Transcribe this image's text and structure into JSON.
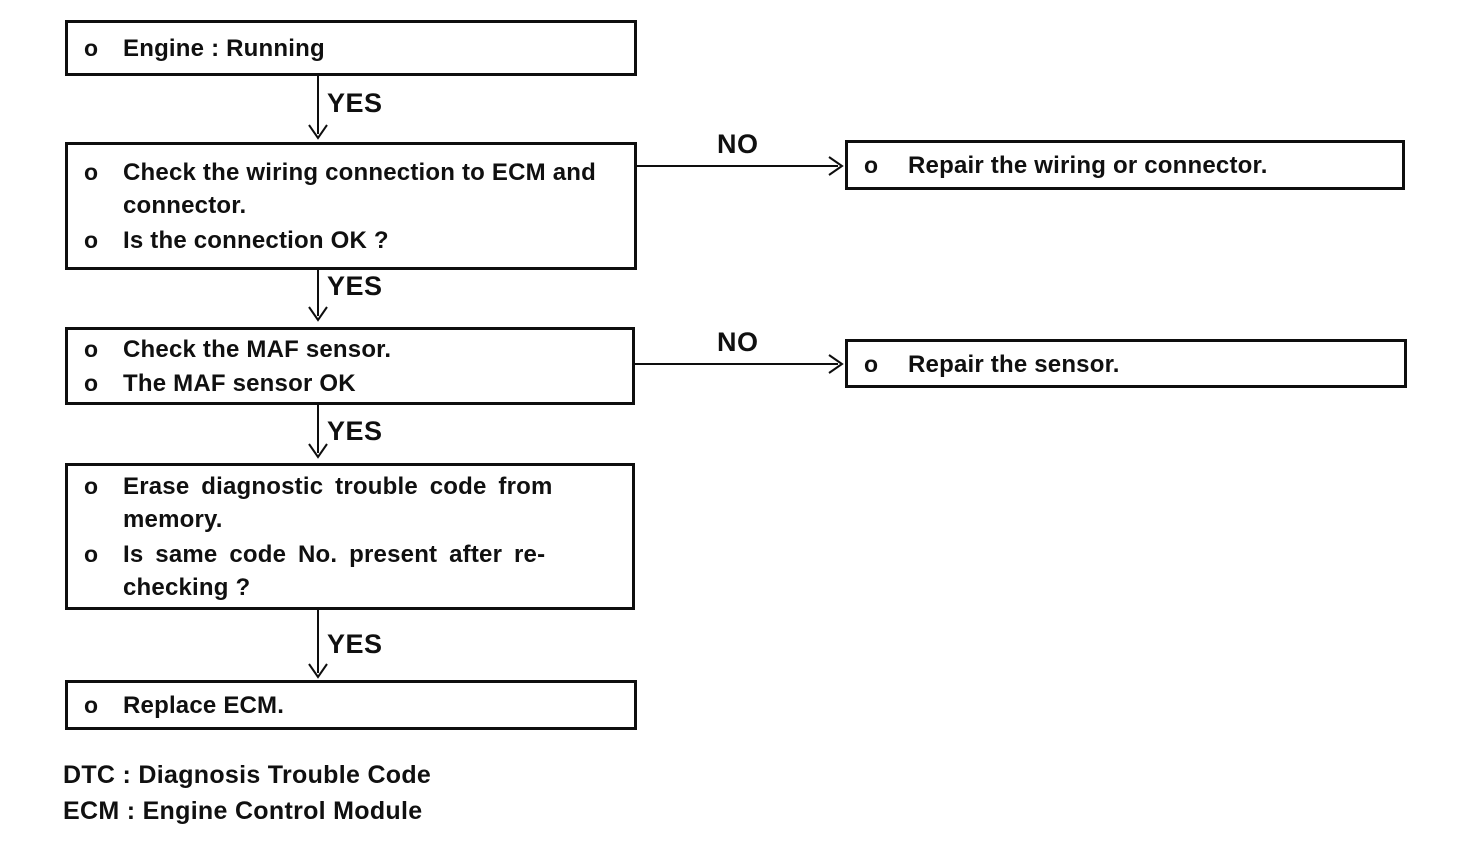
{
  "flow": {
    "bullet": "o",
    "labels": {
      "yes": "YES",
      "no": "NO"
    },
    "nodes": [
      {
        "id": "engine-running",
        "lines": [
          "Engine : Running"
        ]
      },
      {
        "id": "check-wiring-connection",
        "lines": [
          "Check the wiring connection to ECM and",
          "connector.",
          "Is the connection OK ?"
        ]
      },
      {
        "id": "repair-wiring-or-connector",
        "lines": [
          "Repair the wiring or connector."
        ]
      },
      {
        "id": "check-maf-sensor",
        "lines": [
          "Check the MAF sensor.",
          "The MAF sensor OK"
        ]
      },
      {
        "id": "repair-sensor",
        "lines": [
          "Repair the sensor."
        ]
      },
      {
        "id": "erase-dtc",
        "lines": [
          "Erase diagnostic trouble code from",
          "memory.",
          "Is same code No. present after re-",
          "checking ?"
        ]
      },
      {
        "id": "replace-ecm",
        "lines": [
          "Replace ECM."
        ]
      }
    ],
    "footnotes": [
      "DTC : Diagnosis Trouble Code",
      "ECM : Engine Control Module"
    ]
  }
}
